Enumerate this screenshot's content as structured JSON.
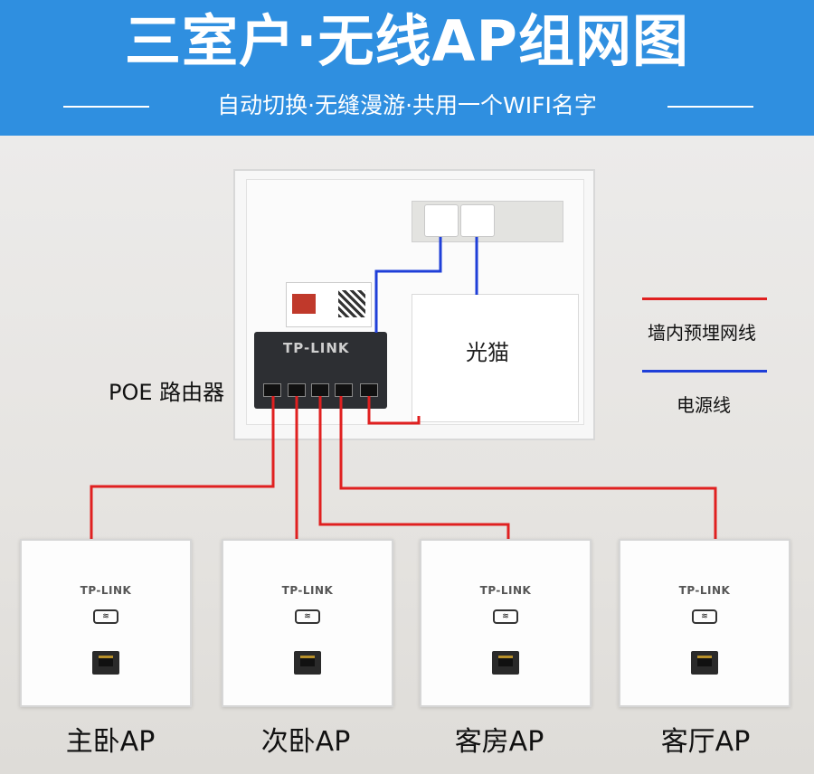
{
  "header": {
    "title": "三室户·无线AP组网图",
    "subtitle": "自动切换·无缝漫游·共用一个WIFI名字"
  },
  "devices": {
    "router_label": "POE 路由器",
    "router_brand": "TP-LINK",
    "modem_label": "光猫"
  },
  "legend": [
    {
      "label": "墙内预埋网线",
      "color": "#e02020"
    },
    {
      "label": "电源线",
      "color": "#1f3fd8"
    }
  ],
  "access_points": [
    {
      "room": "主卧AP",
      "brand": "TP-LINK"
    },
    {
      "room": "次卧AP",
      "brand": "TP-LINK"
    },
    {
      "room": "客房AP",
      "brand": "TP-LINK"
    },
    {
      "room": "客厅AP",
      "brand": "TP-LINK"
    }
  ],
  "colors": {
    "banner": "#2f8fe0",
    "network_cable": "#e02020",
    "power_cable": "#1f3fd8"
  }
}
